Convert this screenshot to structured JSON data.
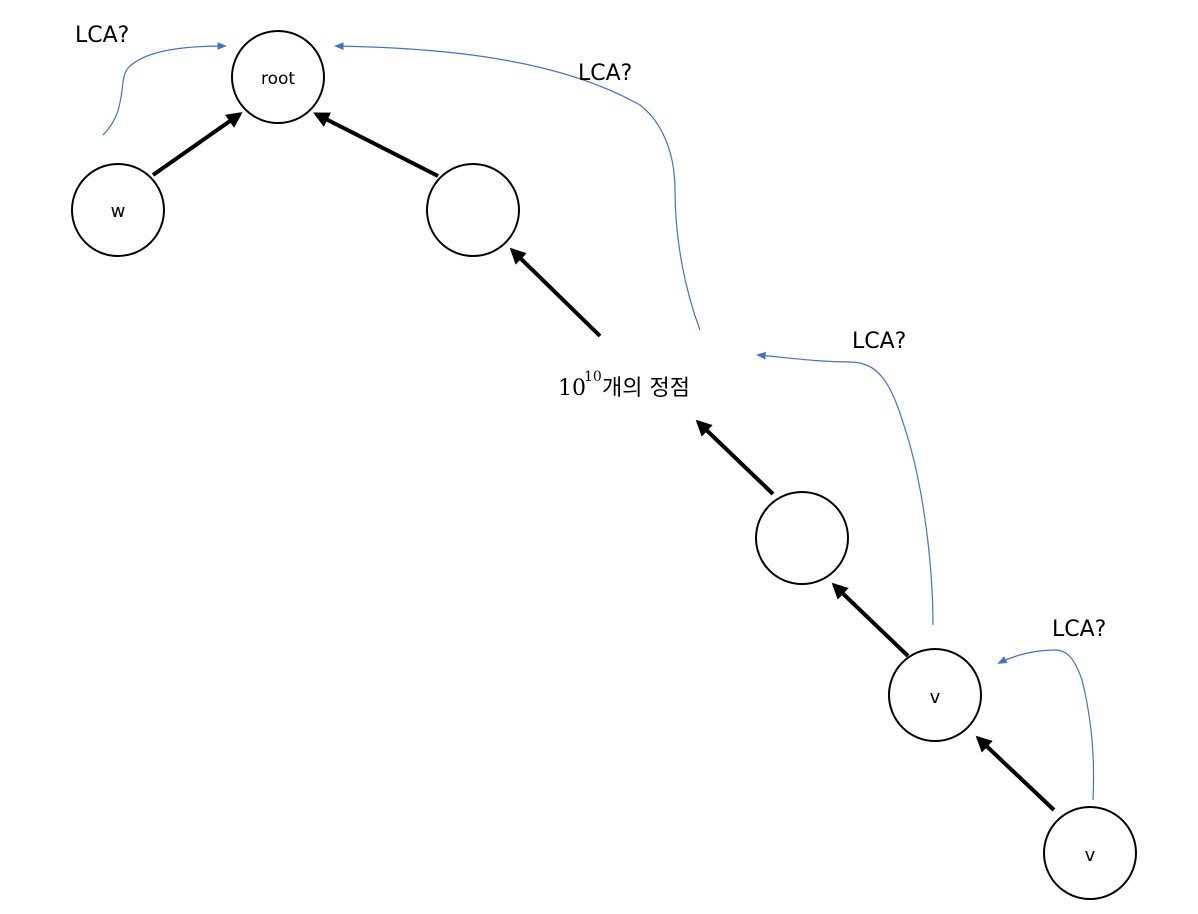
{
  "diagram": {
    "nodes": {
      "root": {
        "label": "root"
      },
      "w": {
        "label": "w"
      },
      "upper_mid": {
        "label": ""
      },
      "lower_mid": {
        "label": ""
      },
      "v1": {
        "label": "v"
      },
      "v2": {
        "label": "v"
      }
    },
    "vertex_count": {
      "base": "10",
      "exponent": "10",
      "suffix": "개의 정점"
    },
    "query_labels": [
      "LCA?",
      "LCA?",
      "LCA?",
      "LCA?"
    ],
    "colors": {
      "query_curve": "#4472c4",
      "edge": "#000000"
    }
  }
}
